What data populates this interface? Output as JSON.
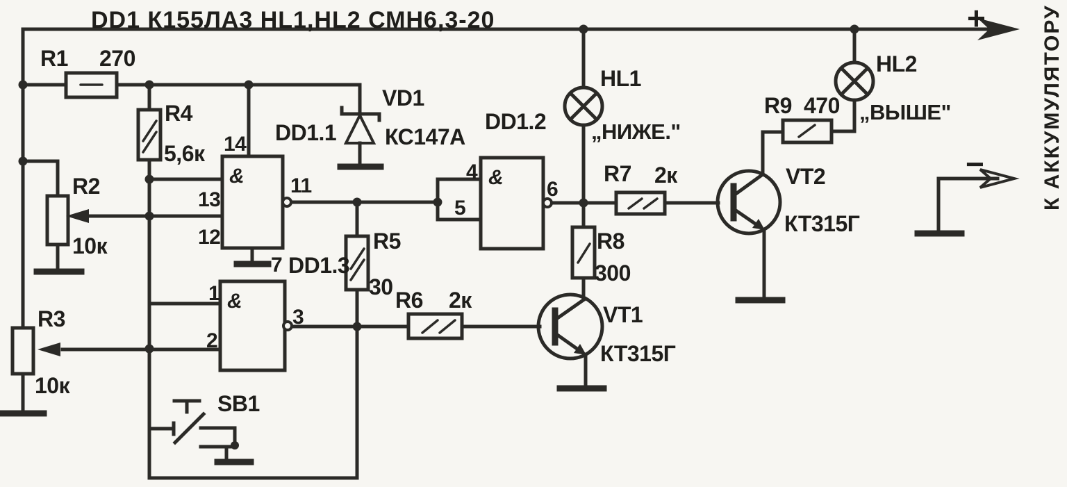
{
  "title": "DD1 К155ЛА3 HL1,HL2 СМН6,3-20",
  "battery": {
    "plus": "+",
    "minus": "−",
    "connection_label": "К АККУМУЛЯТОРУ"
  },
  "resistors": {
    "r1": {
      "ref": "R1",
      "value": "270"
    },
    "r2": {
      "ref": "R2",
      "value": "10к"
    },
    "r3": {
      "ref": "R3",
      "value": "10к"
    },
    "r4": {
      "ref": "R4",
      "value": "5,6к"
    },
    "r5": {
      "ref": "R5",
      "value": "30"
    },
    "r6": {
      "ref": "R6",
      "value": "2к"
    },
    "r7": {
      "ref": "R7",
      "value": "2к"
    },
    "r8": {
      "ref": "R8",
      "value": "300"
    },
    "r9": {
      "ref": "R9",
      "value": "470"
    }
  },
  "semiconductors": {
    "vd1": {
      "ref": "VD1",
      "type": "КС147А"
    },
    "vt1": {
      "ref": "VT1",
      "type": "КТ315Г"
    },
    "vt2": {
      "ref": "VT2",
      "type": "КТ315Г"
    }
  },
  "lamps": {
    "hl1": {
      "ref": "HL1",
      "caption": "„НИЖЕ.\""
    },
    "hl2": {
      "ref": "HL2",
      "caption": "„ВЫШЕ\""
    }
  },
  "gates": {
    "dd11": {
      "ref": "DD1.1",
      "symbol": "&",
      "pins": {
        "vcc": "14",
        "in1": "13",
        "in2": "12",
        "out": "11",
        "gnd": "7"
      }
    },
    "dd12": {
      "ref": "DD1.2",
      "symbol": "&",
      "pins": {
        "in1": "4",
        "in2": "5",
        "out": "6"
      }
    },
    "dd13": {
      "ref": "DD1.3",
      "symbol": "&",
      "pins": {
        "in1": "1",
        "in2": "2",
        "out": "3"
      }
    }
  },
  "switch": {
    "sb1": {
      "ref": "SB1"
    }
  }
}
